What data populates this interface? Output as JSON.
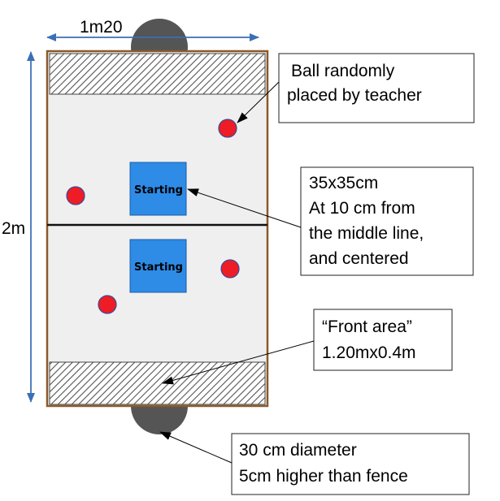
{
  "dimensions": {
    "width_label": "1m20",
    "height_label": "2m"
  },
  "field": {
    "start_boxes": [
      {
        "label": "Starting"
      },
      {
        "label": "Starting"
      }
    ],
    "balls_count": 4
  },
  "callouts": {
    "ball": {
      "lines": [
        "Ball randomly",
        "placed by teacher"
      ]
    },
    "start_box": {
      "lines": [
        "35x35cm",
        "At 10 cm from",
        "the middle line,",
        "and centered"
      ]
    },
    "front_area": {
      "lines": [
        "“Front area”",
        "1.20mx0.4m"
      ]
    },
    "goal": {
      "lines": [
        "30 cm diameter",
        "5cm higher than fence"
      ]
    }
  },
  "colors": {
    "field_fill": "#efefef",
    "field_border": "#8b5a2b",
    "hatch_area": "#ffffff",
    "goal": "#555555",
    "start_box": "#2e8be6",
    "ball": "#ee1c24",
    "dimension_arrow": "#3b6fb6",
    "middle_line": "#000000"
  }
}
